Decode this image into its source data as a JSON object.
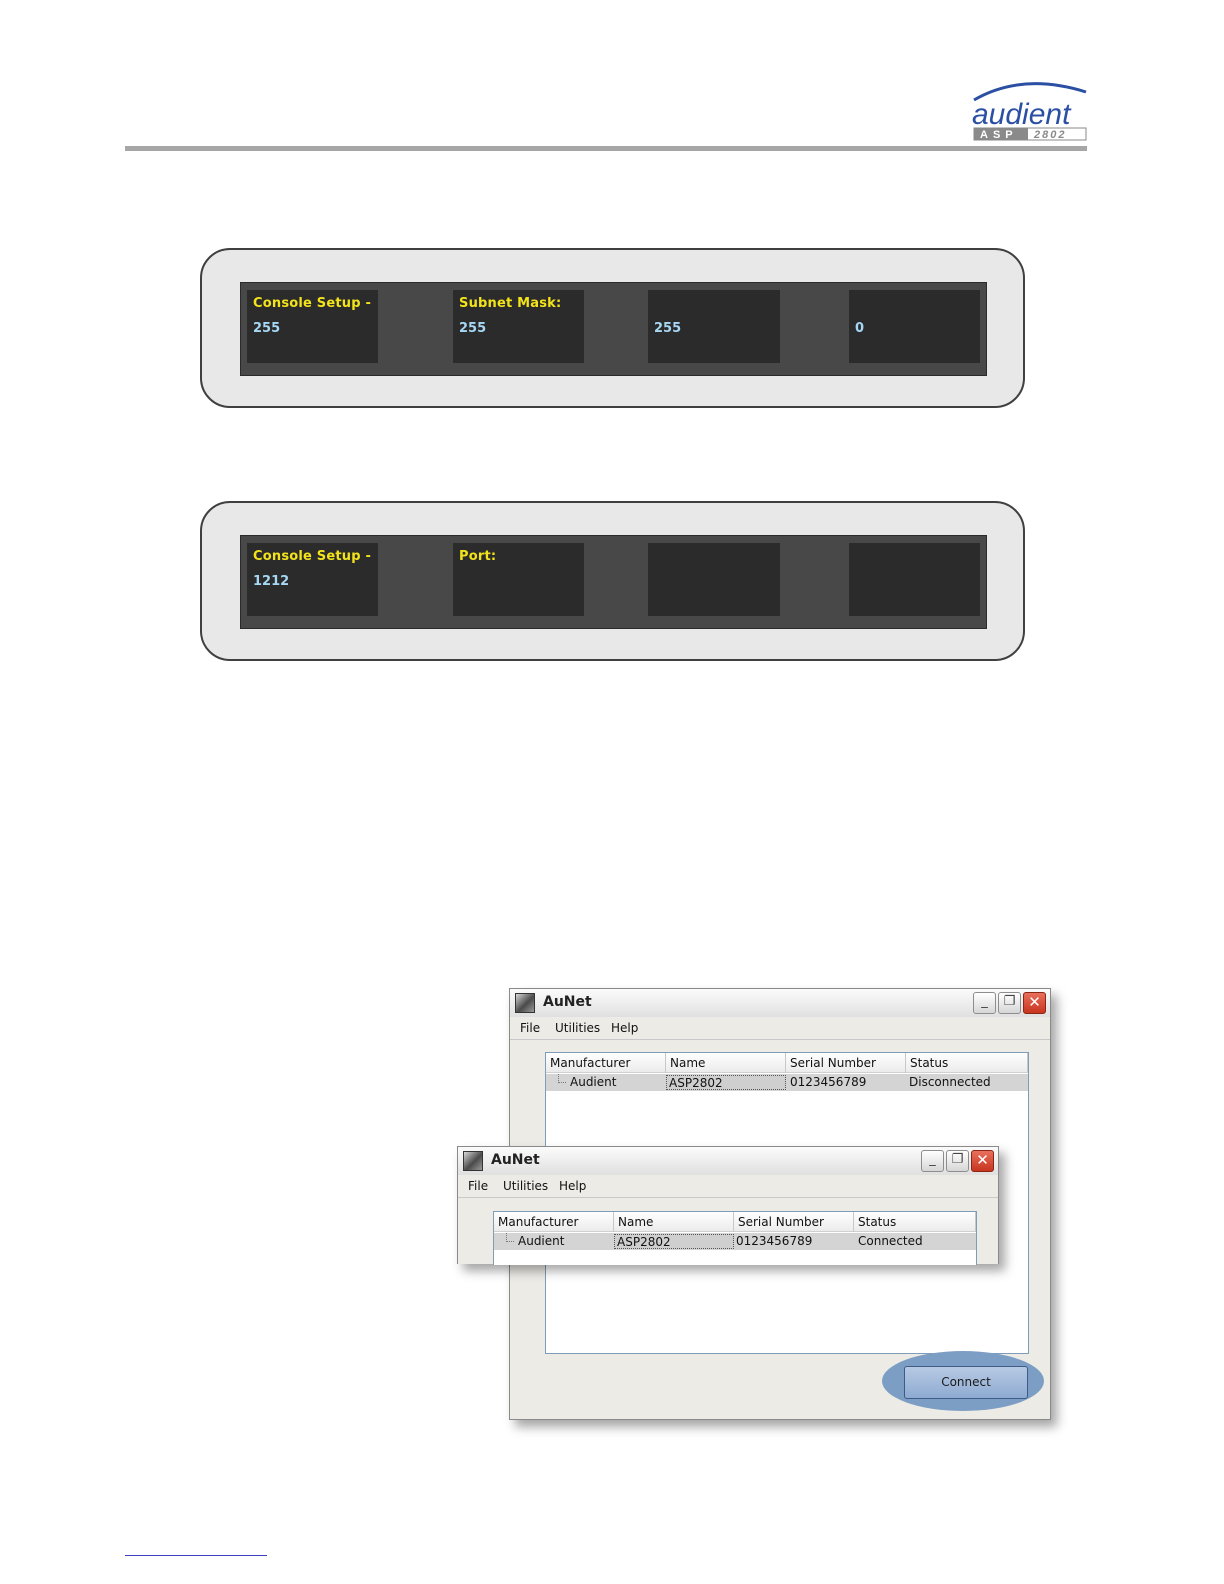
{
  "header": {
    "brand": "audient",
    "model_prefix": "ASP",
    "model_number": "2802"
  },
  "lcd_subnet": {
    "cells": [
      {
        "label": "Console Setup -",
        "value": "255"
      },
      {
        "label": "Subnet Mask:",
        "value": "255"
      },
      {
        "label": "",
        "value": "255"
      },
      {
        "label": "",
        "value": "0"
      }
    ]
  },
  "lcd_port": {
    "cells": [
      {
        "label": "Console Setup -",
        "value": "1212"
      },
      {
        "label": "Port:",
        "value": ""
      },
      {
        "label": "",
        "value": ""
      },
      {
        "label": "",
        "value": ""
      }
    ]
  },
  "window_back": {
    "title": "AuNet",
    "menu": [
      "File",
      "Utilities",
      "Help"
    ],
    "columns": [
      "Manufacturer",
      "Name",
      "Serial Number",
      "Status"
    ],
    "row": {
      "manufacturer": "Audient",
      "name": "ASP2802",
      "serial": "0123456789",
      "status": "Disconnected"
    },
    "connect_label": "Connect"
  },
  "window_front": {
    "title": "AuNet",
    "menu": [
      "File",
      "Utilities",
      "Help"
    ],
    "columns": [
      "Manufacturer",
      "Name",
      "Serial Number",
      "Status"
    ],
    "row": {
      "manufacturer": "Audient",
      "name": "ASP2802",
      "serial": "0123456789",
      "status": "Connected"
    }
  },
  "colors": {
    "lcd_label": "#f2e31a",
    "lcd_value": "#a6d8f5",
    "brand_blue": "#2a4fa3",
    "halo": "#7d9ec4"
  }
}
